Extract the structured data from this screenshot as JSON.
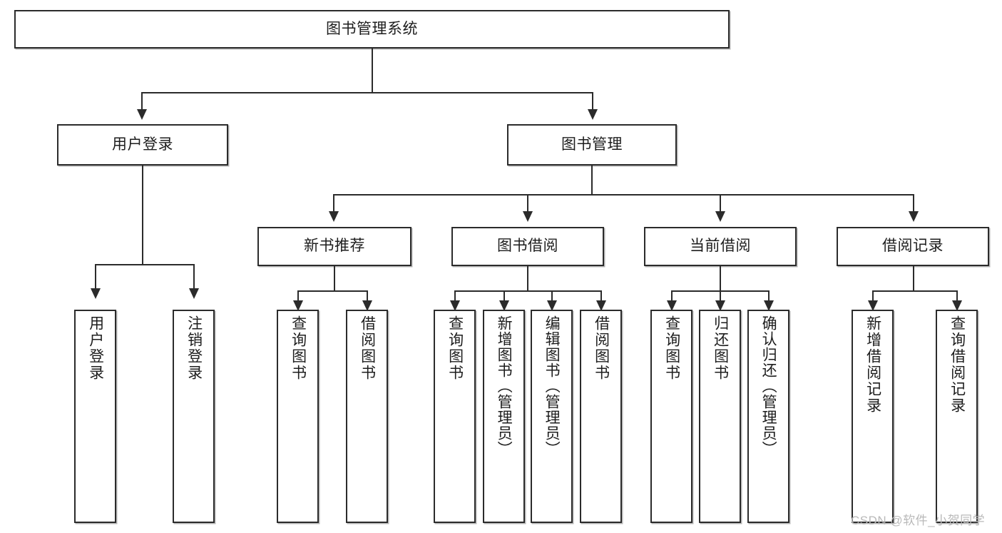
{
  "diagram": {
    "type": "tree-hierarchy-chart",
    "title": "图书管理系统",
    "orientation": "top-down",
    "colors": {
      "box_border": "#2b2b2b",
      "box_fill": "#ffffff",
      "connector": "#2b2b2b",
      "canvas": "#ffffff",
      "watermark": "#b9b9b9"
    },
    "root": {
      "label": "图书管理系统"
    },
    "level2": [
      {
        "label": "用户登录"
      },
      {
        "label": "图书管理"
      }
    ],
    "level3": [
      {
        "label": "新书推荐"
      },
      {
        "label": "图书借阅"
      },
      {
        "label": "当前借阅"
      },
      {
        "label": "借阅记录"
      }
    ],
    "leaves": {
      "user_login": [
        {
          "label": "用户登录"
        },
        {
          "label": "注销登录"
        }
      ],
      "new_book_recommend": [
        {
          "label": "查询图书"
        },
        {
          "label": "借阅图书"
        }
      ],
      "book_borrow": [
        {
          "label": "查询图书"
        },
        {
          "label": "新增图书（管理员）"
        },
        {
          "label": "编辑图书（管理员）"
        },
        {
          "label": "借阅图书"
        }
      ],
      "current_borrow": [
        {
          "label": "查询图书"
        },
        {
          "label": "归还图书"
        },
        {
          "label": "确认归还（管理员）"
        }
      ],
      "borrow_record": [
        {
          "label": "新增借阅记录"
        },
        {
          "label": "查询借阅记录"
        }
      ]
    }
  },
  "watermark": {
    "text": "CSDN @软件_小贺同学"
  }
}
